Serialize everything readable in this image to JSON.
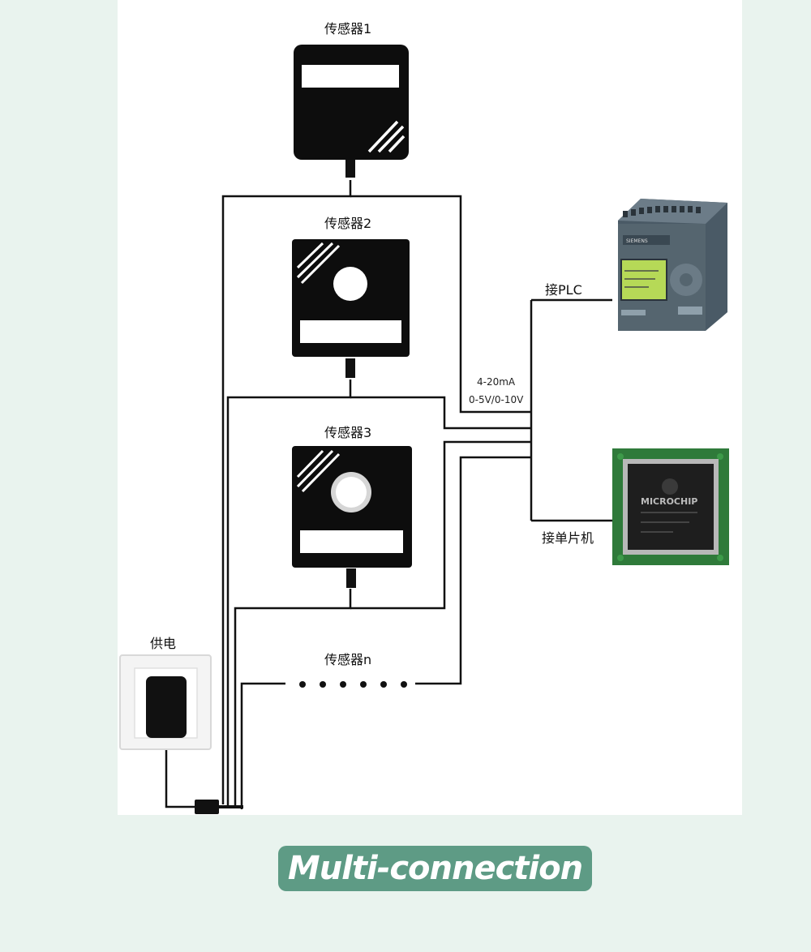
{
  "sensors": [
    {
      "label": "传感器1"
    },
    {
      "label": "传感器2"
    },
    {
      "label": "传感器3"
    },
    {
      "label": "传感器n"
    }
  ],
  "signal": {
    "line1": "4-20mA",
    "line2": "0-5V/0-10V"
  },
  "outputs": {
    "plc": "接PLC",
    "mcu": "接单片机"
  },
  "power": {
    "label": "供电"
  },
  "plc_device": {
    "brand": "SIEMENS"
  },
  "mcu_chip": {
    "brand": "MICROCHIP"
  },
  "footer": {
    "badge": "Multi-connection"
  },
  "colors": {
    "background": "#e9f3ee",
    "badge": "#5e9b85",
    "device": "#0d0d0d",
    "pcb": "#2f7a3a",
    "plc_body": "#4a5a66"
  }
}
